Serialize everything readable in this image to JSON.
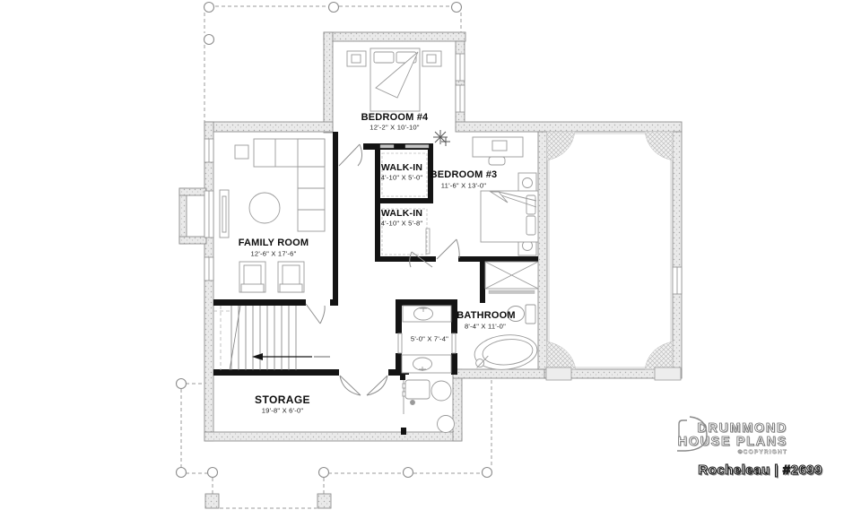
{
  "colors": {
    "exterior_wall_fill": "#e9e9e9",
    "exterior_wall_edge": "#8d8d8d",
    "interior_wall": "#141414",
    "drawing_line": "#9a9a9a",
    "label_text": "#0d0d0d"
  },
  "rooms": {
    "bedroom4": {
      "name": "BEDROOM #4",
      "dims": "12'-2\" X 10'-10\""
    },
    "walkin1": {
      "name": "WALK-IN",
      "dims": "4'-10\" X 5'-0\""
    },
    "bedroom3": {
      "name": "BEDROOM #3",
      "dims": "11'-6\" X 13'-0\""
    },
    "walkin2": {
      "name": "WALK-IN",
      "dims": "4'-10\" X 5'-8\""
    },
    "family_room": {
      "name": "FAMILY ROOM",
      "dims": "12'-6\" X 17'-6\""
    },
    "bathroom": {
      "name": "BATHROOM",
      "dims": "8'-4\" X 11'-0\""
    },
    "laundry": {
      "dims": "5'-0\" X 7'-4\""
    },
    "storage": {
      "name": "STORAGE",
      "dims": "19'-8\" X 6'-0\""
    }
  },
  "branding": {
    "brand_line1": "DRUMMOND",
    "brand_line2": "HOUSE PLANS",
    "copyright": "©COPYRIGHT",
    "plan_name": "Rocheleau | #2699"
  }
}
